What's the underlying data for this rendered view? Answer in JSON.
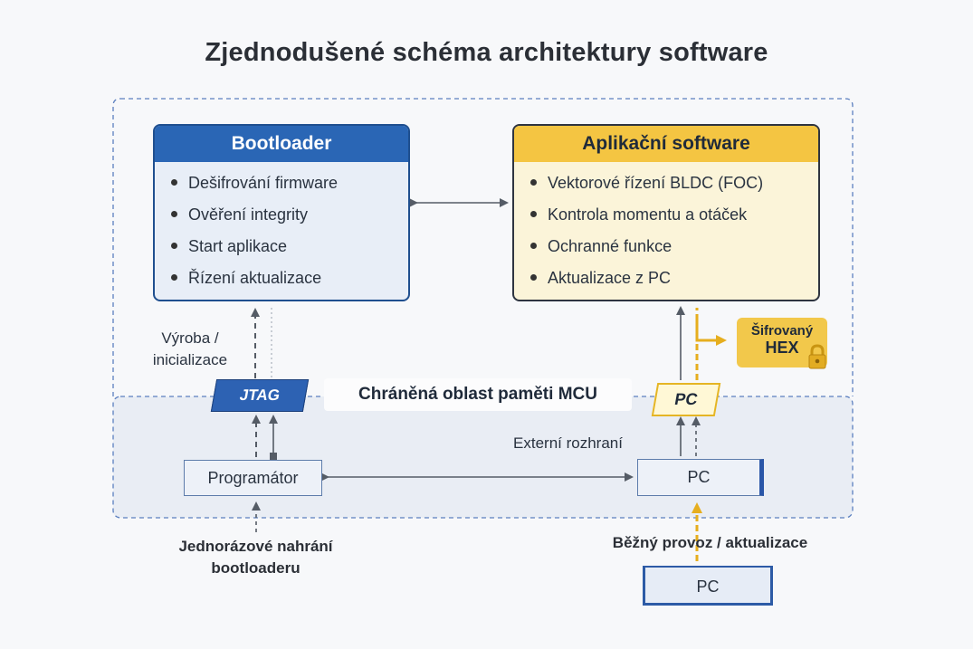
{
  "title": "Zjednodušené schéma architektury software",
  "bootloader": {
    "title": "Bootloader",
    "items": [
      "Dešifrování firmware",
      "Ověření integrity",
      "Start aplikace",
      "Řízení aktualizace"
    ]
  },
  "application": {
    "title": "Aplikační software",
    "items": [
      "Vektorové řízení BLDC (FOC)",
      "Kontrola momentu a otáček",
      "Ochranné funkce",
      "Aktualizace z PC"
    ]
  },
  "labels": {
    "manufacturing_line1": "Výroba /",
    "manufacturing_line2": "inicializace",
    "protected_area": "Chráněná oblast paměti MCU",
    "external_interface": "Externí rozhraní",
    "one_time_line1": "Jednorázové nahrání",
    "one_time_line2": "bootloaderu",
    "normal_operation": "Běžný provoz / aktualizace"
  },
  "nodes": {
    "jtag": "JTAG",
    "pc_top": "PC",
    "programmer": "Programátor",
    "pc_external": "PC",
    "pc_bottom": "PC"
  },
  "encrypted_hex": {
    "line1": "Šifrovaný",
    "line2": "HEX"
  },
  "colors": {
    "bootloader_header": "#2a66b5",
    "application_header": "#f4c542",
    "dashed_border": "#5b7fbf",
    "accent_yellow": "#f2c84b"
  },
  "icons": [
    "lock-icon",
    "bullet-icon"
  ]
}
